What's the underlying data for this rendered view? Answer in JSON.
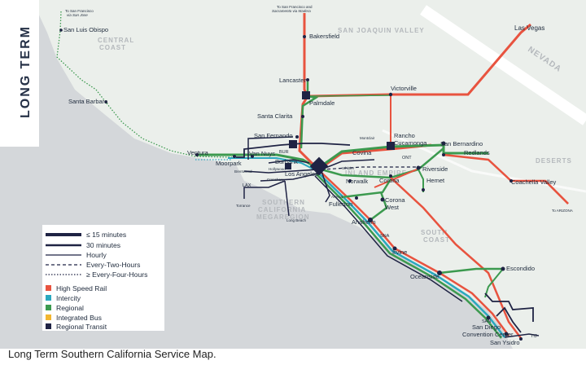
{
  "caption": "Long Term Southern California Service Map.",
  "side_title": "LONG TERM",
  "colors": {
    "land": "#ebefeb",
    "ocean": "#d4d7da",
    "background": "#ffffff",
    "high_speed_rail": "#e8533f",
    "intercity": "#2aa8bf",
    "regional": "#3c9a4f",
    "integrated_bus": "#f2b630",
    "regional_transit": "#1f2344"
  },
  "regions": {
    "central_coast": [
      "CENTRAL",
      "COAST"
    ],
    "san_joaquin_valley": "SAN JOAQUIN VALLEY",
    "nevada": "NEVADA",
    "deserts": "DESERTS",
    "inland_empire": "INLAND EMPIRE",
    "socal_megaregion": [
      "SOUTHERN",
      "CALIFORNIA",
      "MEGAREGION"
    ],
    "south_coast": [
      "SOUTH",
      "COAST"
    ]
  },
  "destinations": {
    "to_sf_sj": [
      "To San Francisco",
      "via San Jose"
    ],
    "to_sf_sac": [
      "To San Francisco and",
      "Sacramento via Madera"
    ],
    "to_arizona": "To ARIZONA",
    "tij": "TIJ"
  },
  "stations": {
    "san_luis_obispo": "San Luis Obispo",
    "bakersfield": "Bakersfield",
    "las_vegas": "Las Vegas",
    "santa_barbara": "Santa Barbara",
    "lancaster": "Lancaster",
    "palmdale": "Palmdale",
    "victorville": "Victorville",
    "santa_clarita": "Santa Clarita",
    "san_fernando": "San Fernando",
    "ventura": "Ventura",
    "moorpark": "Moorpark",
    "van_nuys": "Van Nuys",
    "bur": "BUR",
    "burbank": "Burbank",
    "hollywood": "Hollywood",
    "brentwood": "Brentwood",
    "los_angeles": "Los Angeles",
    "lax": "LAX",
    "crenshaw": "Crenshaw",
    "torrance": "Torrance",
    "long_beach": "Long Beach",
    "montclair": "Montclair",
    "rancho_cucamonga": [
      "Rancho",
      "Cucamonga"
    ],
    "ont": "ONT",
    "covina": "Covina",
    "whittier": "Whittier",
    "san_bernardino": "San Bernardino",
    "redlands": "Redlands",
    "riverside": "Riverside",
    "hemet": "Hemet",
    "corona": "Corona",
    "norwalk": "Norwalk",
    "artesia": "Artesia",
    "fullerton": "Fullerton",
    "corona_west": [
      "Corona",
      "West"
    ],
    "anaheim": "Anaheim",
    "sna": "SNA",
    "irvine": "Irvine",
    "oceanside": "Oceanside",
    "escondido": "Escondido",
    "coachella_valley": "Coachella Valley",
    "san": "SAN",
    "san_diego": "San Diego",
    "convention_center": "Convention Center",
    "san_ysidro": "San Ysidro"
  },
  "legend": {
    "frequency": [
      {
        "label": "≤ 15 minutes",
        "style": "thick"
      },
      {
        "label": "30 minutes",
        "style": "medium"
      },
      {
        "label": "Hourly",
        "style": "thin"
      },
      {
        "label": "Every-Two-Hours",
        "style": "dashed"
      },
      {
        "label": "≥ Every-Four-Hours",
        "style": "dotted"
      }
    ],
    "services": [
      {
        "label": "High Speed Rail",
        "color": "#e8533f"
      },
      {
        "label": "Intercity",
        "color": "#2aa8bf"
      },
      {
        "label": "Regional",
        "color": "#3c9a4f"
      },
      {
        "label": "Integrated Bus",
        "color": "#f2b630"
      },
      {
        "label": "Regional Transit",
        "color": "#1f2344"
      }
    ]
  }
}
